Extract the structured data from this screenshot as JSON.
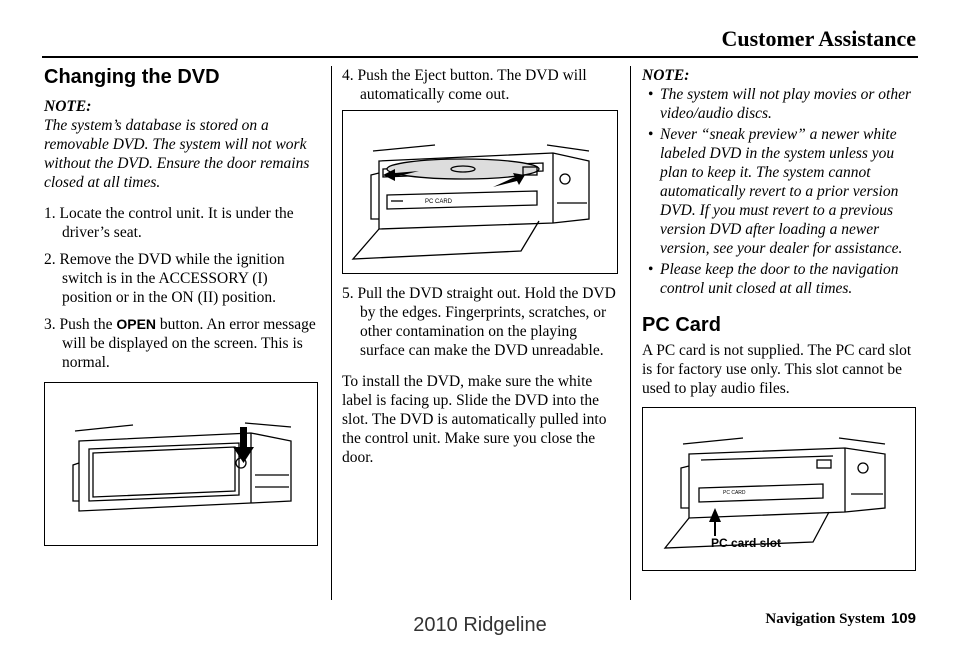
{
  "header": {
    "title": "Customer Assistance"
  },
  "col1": {
    "heading": "Changing the DVD",
    "note_label": "NOTE:",
    "note_text": "The system’s database is stored on a removable DVD. The system will not work without the DVD. Ensure the door remains closed at all times.",
    "step1": "1. Locate the control unit. It is under the driver’s seat.",
    "step2": "2. Remove the DVD while the ignition switch is in the ACCESSORY (I) position or in the ON (II) position.",
    "step3_pre": "3. Push the ",
    "step3_btn": "OPEN",
    "step3_post": " button. An error message will be displayed on the screen. This is normal."
  },
  "col2": {
    "step4": "4. Push the Eject button. The DVD will automatically come out.",
    "figure_label": "PC CARD",
    "step5": "5. Pull the DVD straight out. Hold the DVD by the edges. Fingerprints, scratches, or other contamination on the playing surface can make the DVD unreadable.",
    "install": "To install the DVD, make sure the white label is facing up. Slide the DVD into the slot. The DVD is automatically pulled into the control unit. Make sure you close the door."
  },
  "col3": {
    "note_label": "NOTE:",
    "notes": [
      "The system will not play movies or other video/audio discs.",
      "Never “sneak preview” a newer white labeled DVD in the system unless you plan to keep it. The system cannot automatically revert to a prior version DVD. If you must revert to a previous version DVD after loading a newer version, see your dealer for assistance.",
      "Please keep the door to the navigation control unit closed at all times."
    ],
    "heading": "PC Card",
    "body": "A PC card is not supplied. The PC card slot is for factory use only. This slot cannot be used to play audio files.",
    "figure_label": "PC CARD",
    "figure_caption": "PC card slot"
  },
  "footer": {
    "label": "Navigation System",
    "page": "109"
  },
  "watermark": "2010 Ridgeline"
}
